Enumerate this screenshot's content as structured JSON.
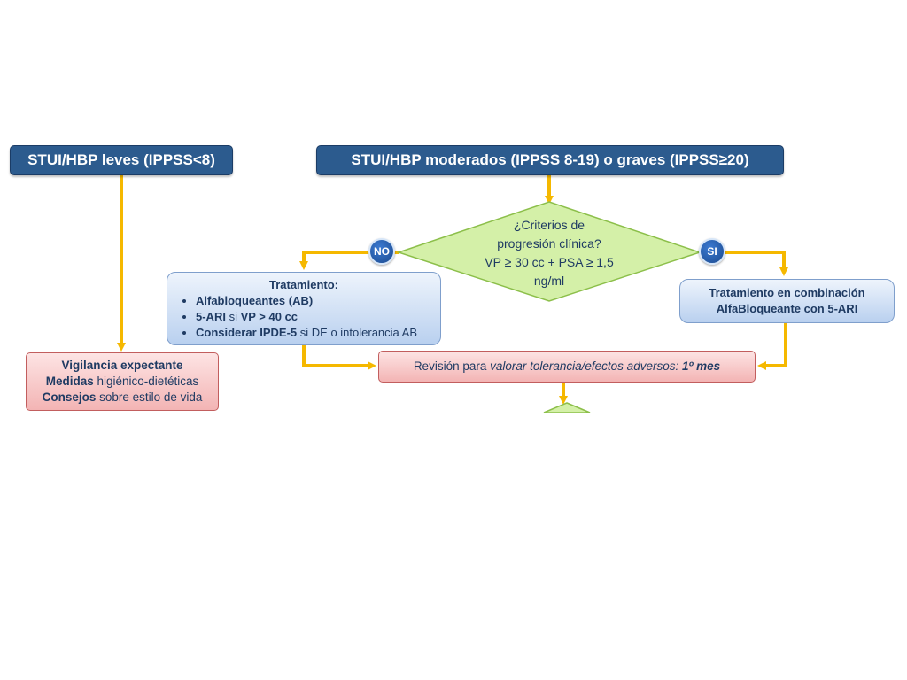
{
  "header_left": "STUI/HBP leves (IPPSS<8)",
  "header_center": "STUI/HBP moderados (IPPSS 8-19) o graves (IPPSS≥20)",
  "decision": {
    "lines": [
      "¿Criterios de",
      "progresión clínica?",
      "VP ≥ 30 cc + PSA ≥ 1,5",
      "ng/ml"
    ],
    "no_label": "NO",
    "yes_label": "SI"
  },
  "treatment": {
    "title": "Tratamiento:",
    "items": [
      {
        "bold": "Alfabloqueantes (AB)",
        "normal": ""
      },
      {
        "bold": "5-ARI",
        "normal": " si ",
        "bold2": "VP > 40 cc"
      },
      {
        "bold": "Considerar IPDE-5",
        "normal": " si DE o intolerancia AB"
      }
    ]
  },
  "combination": {
    "line1": "Tratamiento en combinación",
    "line2": "AlfaBloqueante con 5-ARI"
  },
  "watchful": {
    "line1": "Vigilancia expectante",
    "line2_bold": "Medidas",
    "line2_normal": " higiénico-dietéticas",
    "line3_bold": "Consejos",
    "line3_normal": " sobre estilo de vida"
  },
  "review": {
    "prefix": "Revisión para ",
    "italic": "valorar tolerancia/efectos adversos: ",
    "bold_italic": "1º mes"
  },
  "colors": {
    "arrow": "#f5b800",
    "header_fill": "#2c5b8e",
    "diamond_fill": "#d4f0a8",
    "diamond_stroke": "#8cbf4a"
  }
}
